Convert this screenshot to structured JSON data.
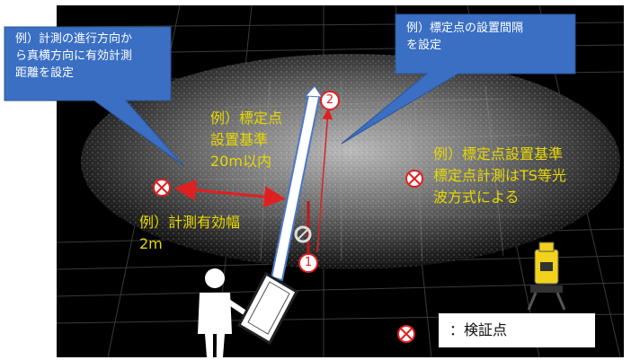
{
  "callouts": {
    "top_left": [
      "例）計測の進行方向か",
      "ら真横方向に有効計測",
      "距離を設定"
    ],
    "top_right": [
      "例）標定点の設置間隔",
      "を設定"
    ]
  },
  "annotations": {
    "install_rule": [
      "例）標定点",
      "設置基準",
      "20m以内"
    ],
    "effective_width": [
      "例）計測有効幅",
      "2m"
    ],
    "survey_rule": [
      "例）標定点設置基準",
      "標定点計測はTS等光",
      "波方式による"
    ]
  },
  "markers": {
    "point1": "1",
    "point2": "2"
  },
  "legend": {
    "label": "：検証点"
  },
  "colors": {
    "accent_red": "#e02020",
    "annotation_yellow": "#e6d800",
    "callout_blue": "#3a6fc4"
  }
}
